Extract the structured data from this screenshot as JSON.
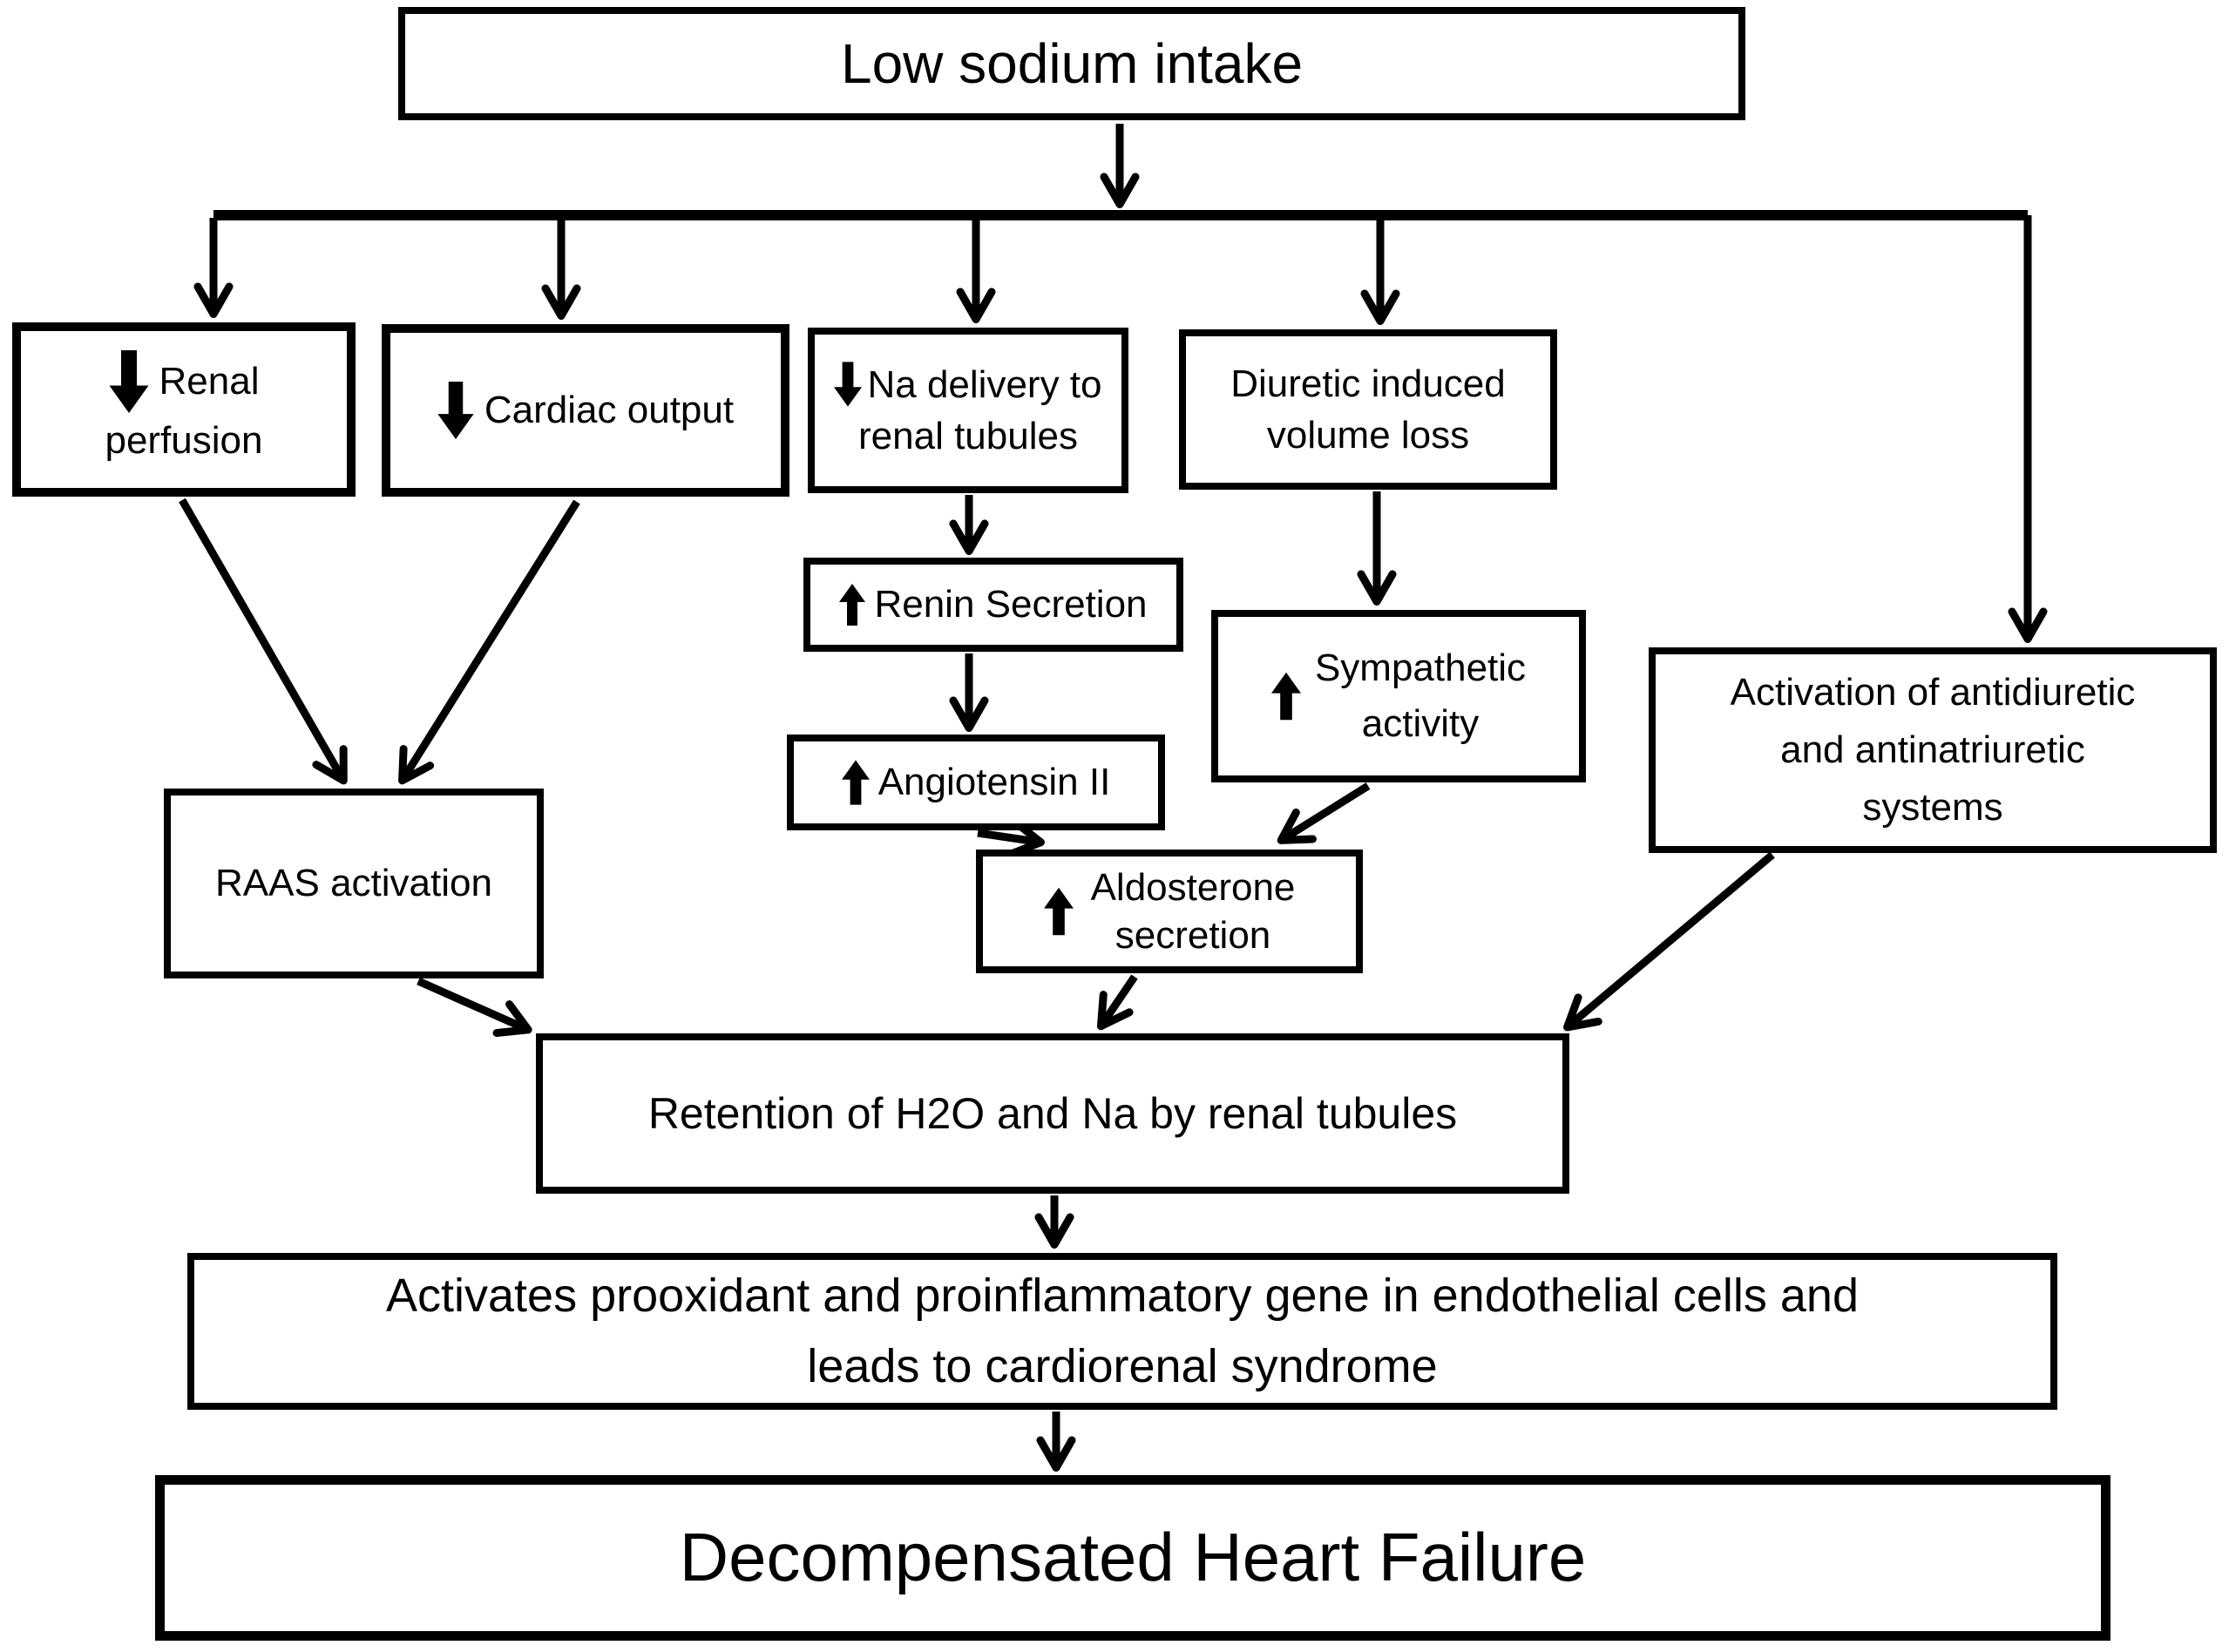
{
  "diagram": {
    "title": "Low sodium intake flowchart",
    "colors": {
      "ink": "#000000",
      "background": "#ffffff"
    }
  },
  "nodes": {
    "low_sodium": {
      "label": "Low sodium intake"
    },
    "renal_perfusion": {
      "arrow": "down-arrow",
      "line1": "Renal",
      "line2": "perfusion"
    },
    "cardiac_output": {
      "arrow": "down-arrow",
      "label": "Cardiac output"
    },
    "na_delivery": {
      "arrow": "down-arrow",
      "line1": "Na delivery to",
      "line2": "renal tubules"
    },
    "diuretic": {
      "line1": "Diuretic induced",
      "line2": "volume loss"
    },
    "renin": {
      "arrow": "up-arrow",
      "label": "Renin Secretion"
    },
    "angiotensin": {
      "arrow": "up-arrow",
      "label": "Angiotensin II"
    },
    "sympathetic": {
      "arrow": "up-arrow",
      "line1": "Sympathetic",
      "line2": "activity"
    },
    "antidiuretic": {
      "line1": "Activation of antidiuretic",
      "line2": "and antinatriuretic",
      "line3": "systems"
    },
    "raas": {
      "label": "RAAS activation"
    },
    "aldosterone": {
      "arrow": "up-arrow",
      "line1": "Aldosterone",
      "line2": "secretion"
    },
    "retention": {
      "label": "Retention of H2O and Na by renal tubules"
    },
    "activates": {
      "line1": "Activates prooxidant and proinflammatory gene in endothelial cells and",
      "line2": "leads to cardiorenal syndrome"
    },
    "heart_failure": {
      "label": "Decompensated Heart Failure"
    }
  },
  "edges": [
    {
      "from": "low_sodium",
      "to": "renal_perfusion"
    },
    {
      "from": "low_sodium",
      "to": "cardiac_output"
    },
    {
      "from": "low_sodium",
      "to": "na_delivery"
    },
    {
      "from": "low_sodium",
      "to": "diuretic"
    },
    {
      "from": "low_sodium",
      "to": "antidiuretic"
    },
    {
      "from": "na_delivery",
      "to": "renin"
    },
    {
      "from": "renin",
      "to": "angiotensin"
    },
    {
      "from": "diuretic",
      "to": "sympathetic"
    },
    {
      "from": "renal_perfusion",
      "to": "raas"
    },
    {
      "from": "cardiac_output",
      "to": "raas"
    },
    {
      "from": "angiotensin",
      "to": "aldosterone"
    },
    {
      "from": "sympathetic",
      "to": "aldosterone"
    },
    {
      "from": "raas",
      "to": "retention"
    },
    {
      "from": "aldosterone",
      "to": "retention"
    },
    {
      "from": "antidiuretic",
      "to": "retention"
    },
    {
      "from": "retention",
      "to": "activates"
    },
    {
      "from": "activates",
      "to": "heart_failure"
    }
  ]
}
